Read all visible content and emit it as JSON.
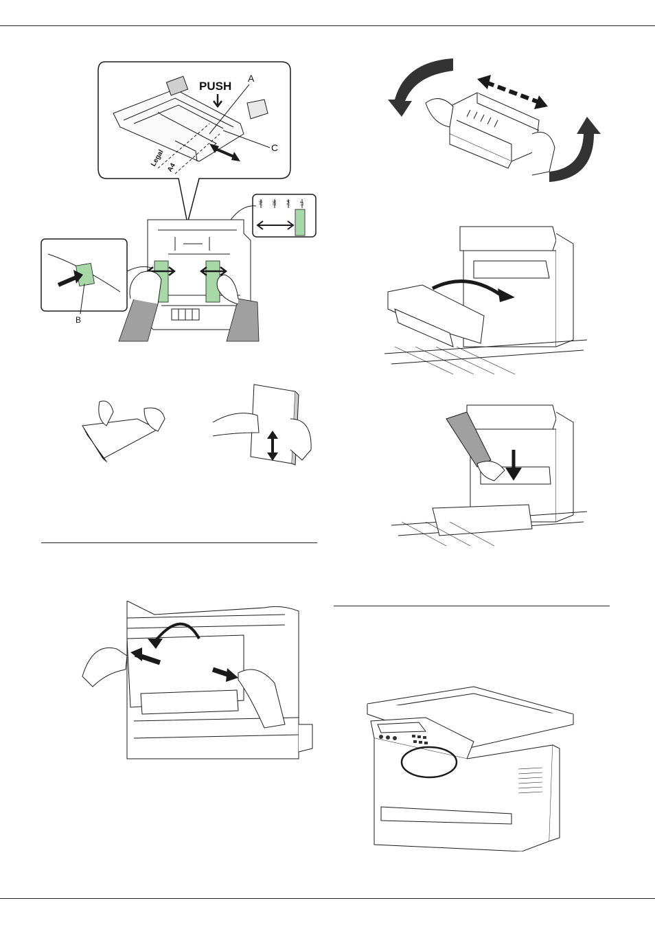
{
  "figures": {
    "tray_callout": {
      "push_label": "PUSH",
      "label_a": "A",
      "label_c": "C",
      "label_legal": "Legal",
      "label_a4": "A4"
    },
    "tray_guides": {
      "label_b": "B",
      "scale_marks": [
        "A5",
        "B5",
        "A4",
        "LT"
      ]
    },
    "paper_fan": {},
    "paper_tap": {},
    "cover_open": {},
    "toner_shake": {},
    "toner_insert": {},
    "toner_push": {},
    "machine_overview": {}
  },
  "colors": {
    "ink": "#1a1a1a",
    "guide_green": "#a8d8a8",
    "sleeve_grey": "#a0a0a0"
  }
}
